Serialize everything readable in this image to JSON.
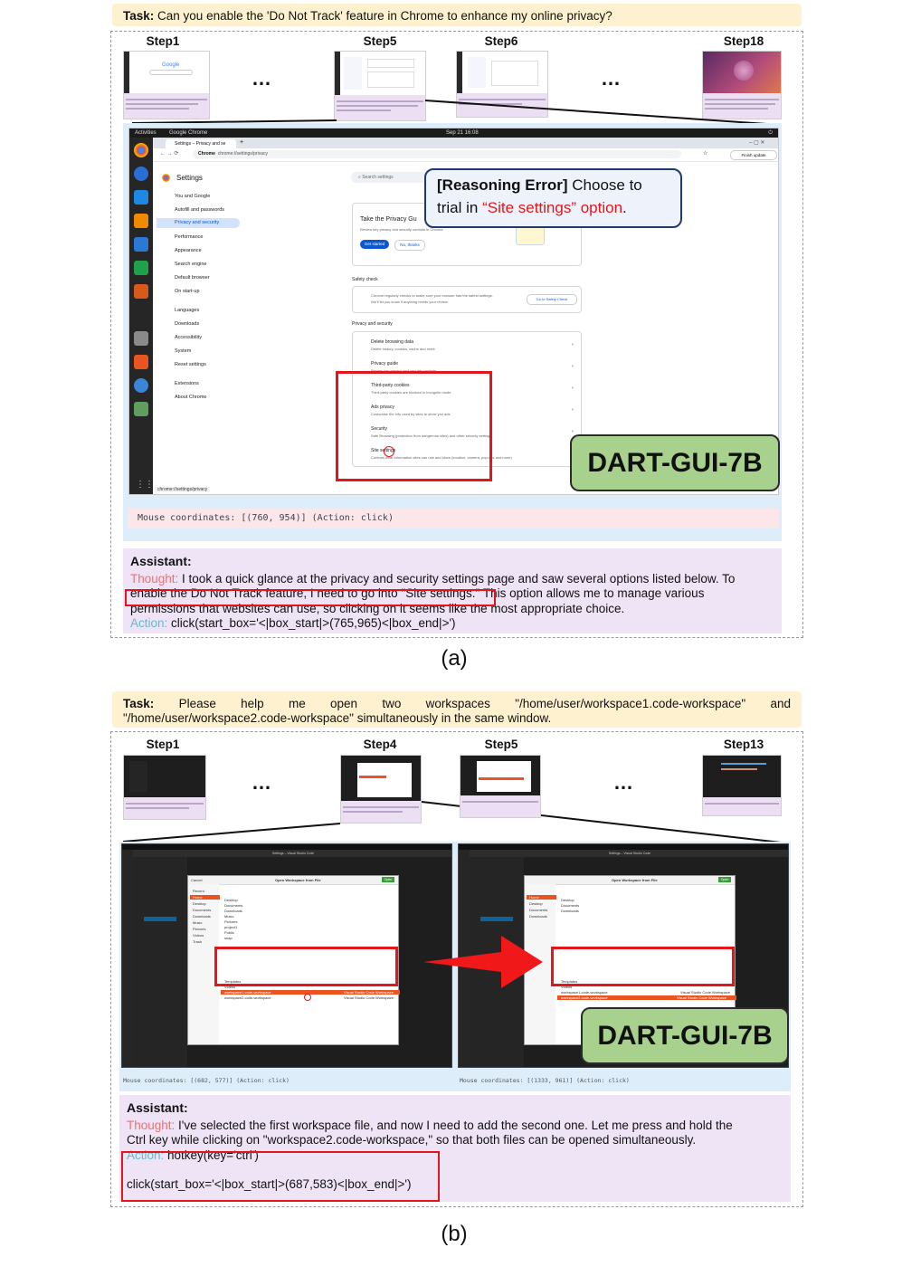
{
  "panel_a": {
    "task_label": "Task:",
    "task_text": "Can you enable the 'Do Not Track' feature in Chrome to enhance my online privacy?",
    "steps": [
      "Step1",
      "Step5",
      "Step6",
      "Step18"
    ],
    "ellipsis": "…",
    "screenshot": {
      "topbar": {
        "activities": "Activities",
        "app": "Google Chrome",
        "clock": "Sep 21  16:08"
      },
      "tab_title": "Settings – Privacy and se",
      "address": "chrome://settings/privacy",
      "address_prefix": "Chrome",
      "finish_update": "Finish update",
      "settings_title": "Settings",
      "search_placeholder": "Search settings",
      "sidebar_items": [
        "You and Google",
        "Autofill and passwords",
        "Privacy and security",
        "Performance",
        "Appearance",
        "Search engine",
        "Default browser",
        "On start-up",
        "Languages",
        "Downloads",
        "Accessibility",
        "System",
        "Reset settings",
        "Extensions",
        "About Chrome"
      ],
      "guide_card": {
        "title": "Take the Privacy Gu",
        "desc": "Review key privacy and security controls in Chrome",
        "get_started": "Get started",
        "no_thanks": "No, thanks"
      },
      "safety_check": {
        "heading": "Safety check",
        "text1": "Chrome regularly checks to make sure your browser has the safest settings.",
        "text2": "We'll let you know if anything needs your review.",
        "button": "Go to Safety Check"
      },
      "privacy_heading": "Privacy and security",
      "privacy_rows": [
        {
          "title": "Delete browsing data",
          "sub": "Delete history, cookies, cache and more"
        },
        {
          "title": "Privacy guide",
          "sub": "Review key privacy and security controls"
        },
        {
          "title": "Third-party cookies",
          "sub": "Third-party cookies are blocked in Incognito mode"
        },
        {
          "title": "Ads privacy",
          "sub": "Customise the info used by sites to show you ads"
        },
        {
          "title": "Security",
          "sub": "Safe Browsing (protection from dangerous sites) and other security settings"
        },
        {
          "title": "Site settings",
          "sub": "Controls what information sites can use and show (location, camera, pop-ups and more)"
        }
      ],
      "status_url": "chrome://settings/privacy"
    },
    "callout_bold": "[Reasoning Error]",
    "callout_pre": " Choose to trial in ",
    "callout_red": "“Site settings” option",
    "callout_post": ".",
    "badge": "DART-GUI-7B",
    "mouse": "Mouse coordinates: [(760, 954)] (Action: click)",
    "assistant_label": "Assistant:",
    "thought_label": "Thought:",
    "thought_text_1": " I took a quick glance at the privacy and security settings page and saw several options listed below. To",
    "thought_text_2": "enable the Do Not Track feature, I need to go into \"Site settings.\"",
    "thought_text_3": " This option allows me to manage various",
    "thought_text_4": "permissions that websites can use, so clicking on it seems like the most appropriate choice.",
    "action_label": "Action:",
    "action_text": " click(start_box='<|box_start|>(765,965)<|box_end|>')",
    "caption": "(a)"
  },
  "panel_b": {
    "task_label": "Task:",
    "task_line1": "Please help me open two workspaces \"/home/user/workspace1.code-workspace\" and",
    "task_line2": "\"/home/user/workspace2.code-workspace\" simultaneously in the same window.",
    "steps": [
      "Step1",
      "Step4",
      "Step5",
      "Step13"
    ],
    "ellipsis": "…",
    "screenshot": {
      "dialog_title": "Open Workspace from File",
      "open_button": "Open",
      "cancel": "Cancel",
      "places": [
        "Recent",
        "Home",
        "Desktop",
        "Documents",
        "Downloads",
        "Music",
        "Pictures",
        "Videos",
        "Trash"
      ],
      "files": [
        "Desktop",
        "Documents",
        "Downloads",
        "Music",
        "Pictures",
        "project1",
        "Public",
        "snap",
        "Templates",
        "Videos",
        "workspace1.code-workspace",
        "workspace2.code-workspace"
      ],
      "file_type": "Visual Studio Code Workspace",
      "window_title": "Settings – Visual Studio Code"
    },
    "badge": "DART-GUI-7B",
    "mouse_left": "Mouse coordinates: [(682, 577)] (Action: click)",
    "mouse_right": "Mouse coordinates: [(1333, 961)] (Action: click)",
    "assistant_label": "Assistant:",
    "thought_label": "Thought:",
    "thought_text_1": " I've selected the first workspace file, and now I need to add the second one. Let me press and hold the",
    "thought_text_2": "Ctrl key while clicking on \"workspace2.code-workspace,\" so that both files can be opened simultaneously.",
    "action_label": "Action:",
    "action_text_1": " hotkey(key='ctrl')",
    "action_text_2": "click(start_box='<|box_start|>(687,583)<|box_end|>')",
    "caption": "(b)"
  }
}
